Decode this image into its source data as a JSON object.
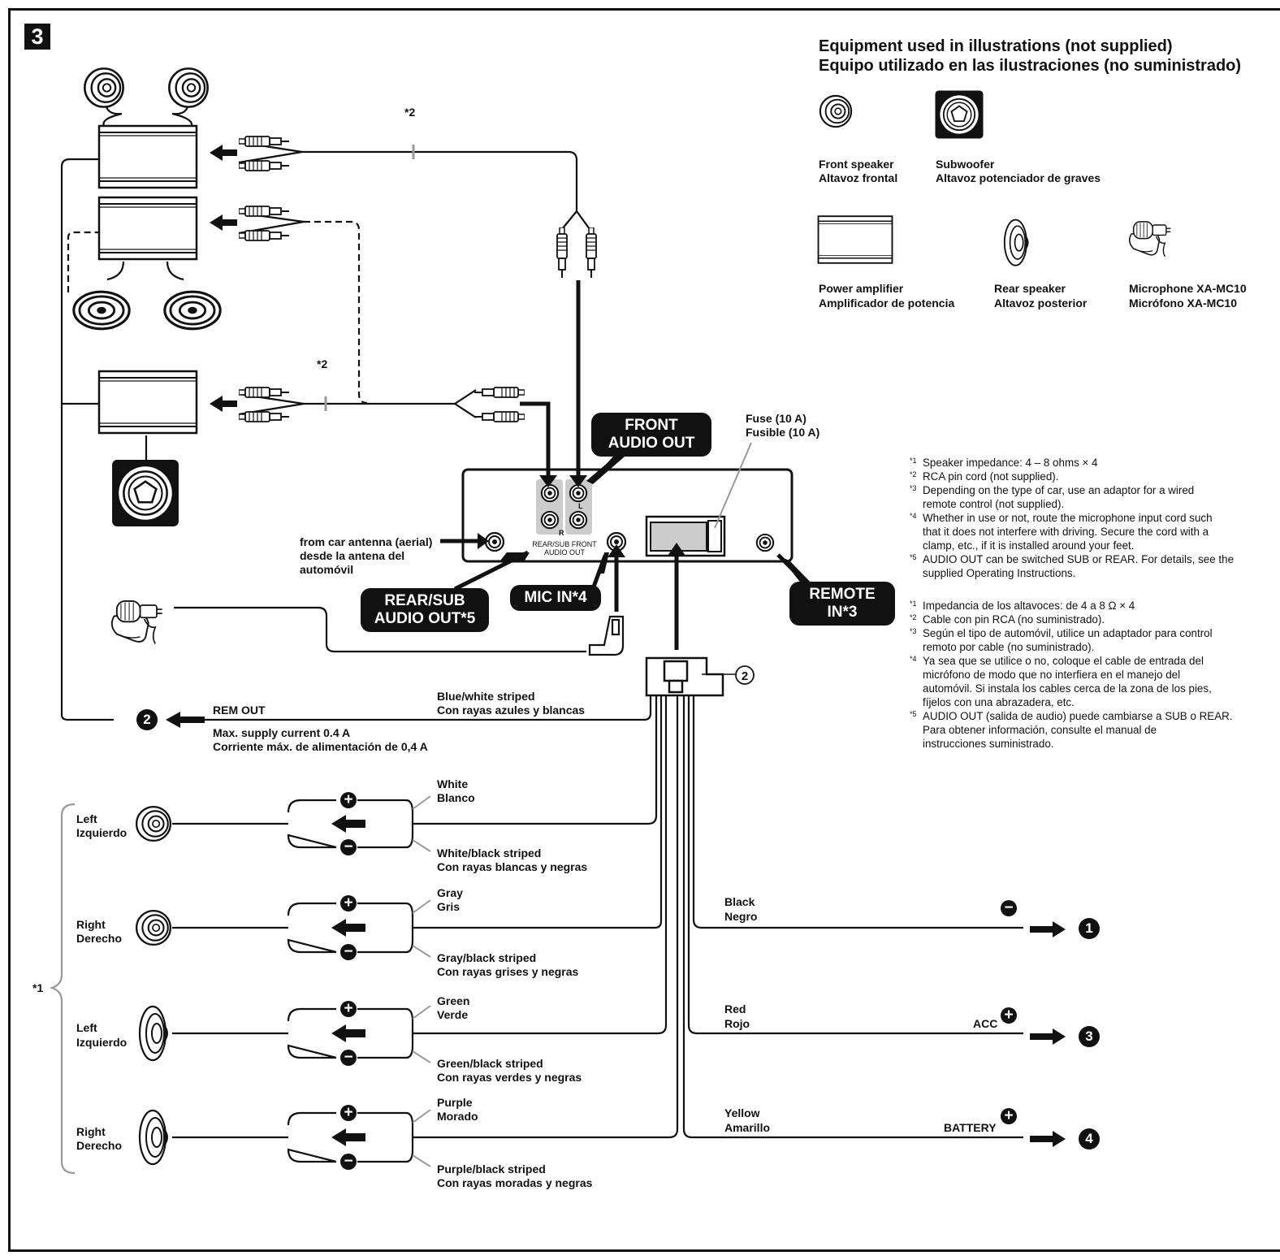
{
  "step": "3",
  "equipment": {
    "title_en": "Equipment used in illustrations (not supplied)",
    "title_es": "Equipo utilizado en las ilustraciones (no suministrado)",
    "front_speaker": [
      "Front speaker",
      "Altavoz frontal"
    ],
    "subwoofer": [
      "Subwoofer",
      "Altavoz potenciador de graves"
    ],
    "power_amplifier": [
      "Power amplifier",
      "Amplificador de potencia"
    ],
    "rear_speaker": [
      "Rear speaker",
      "Altavoz posterior"
    ],
    "microphone": [
      "Microphone XA-MC10",
      "Micrófono XA-MC10"
    ]
  },
  "rca_note": "*2",
  "unit": {
    "front_audio_out": "FRONT\nAUDIO OUT",
    "rear_sub_audio_out": "REAR/SUB\nAUDIO OUT*5",
    "mic_in": "MIC IN*4",
    "remote_in": "REMOTE\nIN*3",
    "jack_l": "L",
    "jack_r": "R",
    "jack_caption": [
      "REAR/SUB FRONT",
      "AUDIO OUT"
    ],
    "fuse": [
      "Fuse (10 A)",
      "Fusible (10 A)"
    ],
    "antenna": [
      "from car antenna (aerial)",
      "desde la antena del",
      "automóvil"
    ]
  },
  "connector_label": "2",
  "rem_out": {
    "label": "REM OUT",
    "wire": [
      "Blue/white striped",
      "Con rayas azules y blancas"
    ],
    "supply": [
      "Max. supply current 0.4 A",
      "Corriente máx. de alimentación de 0,4 A"
    ],
    "target": "2"
  },
  "speakers": {
    "bracket_note": "*1",
    "items": [
      {
        "name": [
          "Left",
          "Izquierdo"
        ],
        "plus": [
          "White",
          "Blanco"
        ],
        "minus": [
          "White/black striped",
          "Con rayas blancas y negras"
        ]
      },
      {
        "name": [
          "Right",
          "Derecho"
        ],
        "plus": [
          "Gray",
          "Gris"
        ],
        "minus": [
          "Gray/black striped",
          "Con rayas grises y negras"
        ]
      },
      {
        "name": [
          "Left",
          "Izquierdo"
        ],
        "plus": [
          "Green",
          "Verde"
        ],
        "minus": [
          "Green/black striped",
          "Con rayas verdes y negras"
        ]
      },
      {
        "name": [
          "Right",
          "Derecho"
        ],
        "plus": [
          "Purple",
          "Morado"
        ],
        "minus": [
          "Purple/black striped",
          "Con rayas moradas y negras"
        ]
      }
    ]
  },
  "power_wires": [
    {
      "color": [
        "Black",
        "Negro"
      ],
      "terminal": "",
      "sign": "minus",
      "target": "1"
    },
    {
      "color": [
        "Red",
        "Rojo"
      ],
      "terminal": "ACC",
      "sign": "plus",
      "target": "3"
    },
    {
      "color": [
        "Yellow",
        "Amarillo"
      ],
      "terminal": "BATTERY",
      "sign": "plus",
      "target": "4"
    }
  ],
  "notes_en": [
    {
      "mark": "*1",
      "lines": [
        "Speaker impedance: 4 – 8 ohms × 4"
      ]
    },
    {
      "mark": "*2",
      "lines": [
        "RCA pin cord (not supplied)."
      ]
    },
    {
      "mark": "*3",
      "lines": [
        "Depending on the type of car, use an adaptor for a wired",
        "remote control (not supplied)."
      ]
    },
    {
      "mark": "*4",
      "lines": [
        "Whether in use or not, route the microphone input cord such",
        "that it does not interfere with driving. Secure the cord with a",
        "clamp, etc., if it is installed around your feet."
      ]
    },
    {
      "mark": "*5",
      "lines": [
        "AUDIO OUT can be switched SUB or REAR. For details, see the",
        "supplied Operating Instructions."
      ]
    }
  ],
  "notes_es": [
    {
      "mark": "*1",
      "lines": [
        "Impedancia de los altavoces: de 4 a 8 Ω × 4"
      ]
    },
    {
      "mark": "*2",
      "lines": [
        "Cable con pin RCA (no suministrado)."
      ]
    },
    {
      "mark": "*3",
      "lines": [
        "Según el tipo de automóvil, utilice un adaptador para control",
        "remoto por cable (no suministrado)."
      ]
    },
    {
      "mark": "*4",
      "lines": [
        "Ya sea que se utilice o no, coloque el cable de entrada del",
        "micrófono de modo que no interfiera en el manejo del",
        "automóvil. Si instala los cables cerca de la zona de los pies,",
        "fíjelos con una abrazadera, etc."
      ]
    },
    {
      "mark": "*5",
      "lines": [
        "AUDIO OUT (salida de audio) puede cambiarse a SUB o REAR.",
        "Para obtener información, consulte el manual de",
        "instrucciones suministrado."
      ]
    }
  ]
}
